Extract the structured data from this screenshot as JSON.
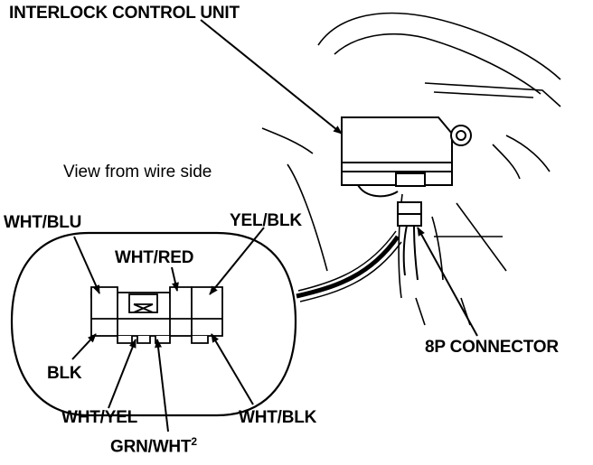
{
  "title": "INTERLOCK CONTROL UNIT",
  "view_note": "View from wire side",
  "connector_name": "8P CONNECTOR",
  "wires": {
    "wht_blu": "WHT/BLU",
    "wht_red": "WHT/RED",
    "yel_blk": "YEL/BLK",
    "blk": "BLK",
    "wht_yel": "WHT/YEL",
    "wht_blk": "WHT/BLK",
    "grn_wht": "GRN/WHT",
    "grn_wht_sup": "2"
  }
}
